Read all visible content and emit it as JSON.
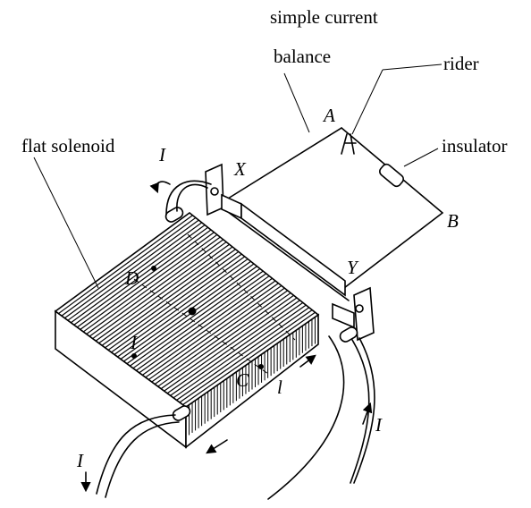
{
  "labels": {
    "balance_line1": "simple current",
    "balance_line2": "balance",
    "rider": "rider",
    "insulator": "insulator",
    "flat_solenoid": "flat solenoid",
    "point_a": "A",
    "point_b": "B",
    "point_c": "C",
    "point_d": "D",
    "point_x": "X",
    "point_y": "Y",
    "current_top": "I",
    "current_coil": "I",
    "current_bottom_left": "I",
    "current_bottom_right": "I",
    "length": "l"
  }
}
